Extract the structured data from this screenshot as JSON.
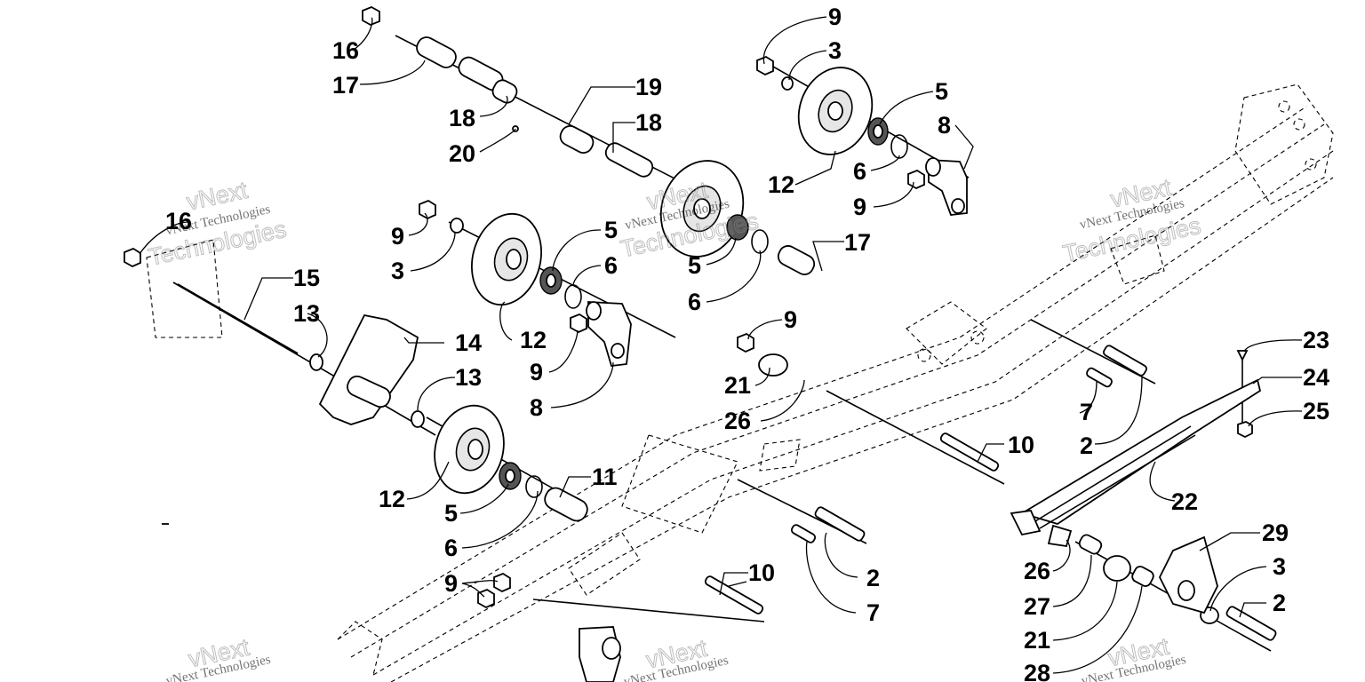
{
  "callouts": [
    "16",
    "17",
    "18",
    "20",
    "19",
    "18",
    "9",
    "3",
    "5",
    "12",
    "8",
    "6",
    "9",
    "16",
    "9",
    "3",
    "5",
    "6",
    "5",
    "6",
    "17",
    "15",
    "13",
    "14",
    "12",
    "9",
    "8",
    "13",
    "9",
    "21",
    "26",
    "12",
    "5",
    "6",
    "11",
    "10",
    "2",
    "7",
    "22",
    "23",
    "24",
    "25",
    "2",
    "7",
    "10",
    "9",
    "26",
    "27",
    "21",
    "28",
    "29",
    "3",
    "2"
  ],
  "watermark": {
    "line1": "vNext Technologies",
    "line2": "vNext",
    "line3": "Technologies"
  }
}
